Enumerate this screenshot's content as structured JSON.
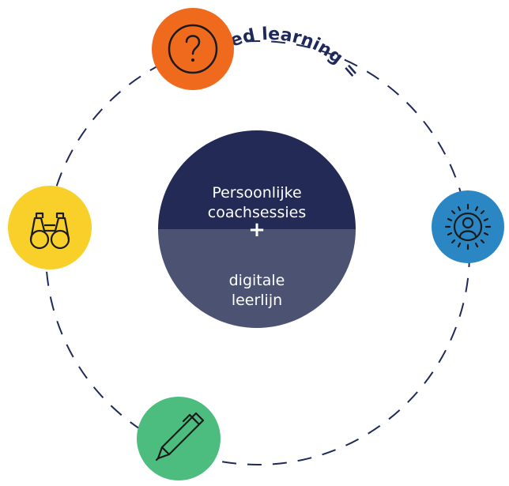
{
  "heading": "blended learning =",
  "center": {
    "top_line1": "Persoonlijke",
    "top_line2": "coachsessies",
    "plus": "+",
    "bottom_line1": "digitale",
    "bottom_line2": "leerlijn"
  },
  "colors": {
    "dash_ring": "#1f2a5a",
    "center_top": "#232a56",
    "center_bottom": "#4b5272",
    "question_badge": "#f06a1e",
    "person_badge": "#2b87c3",
    "binoculars_badge": "#f9cf2a",
    "pen_badge": "#4cbd7e"
  },
  "icons": [
    "question-icon",
    "person-icon",
    "binoculars-icon",
    "pen-icon"
  ]
}
